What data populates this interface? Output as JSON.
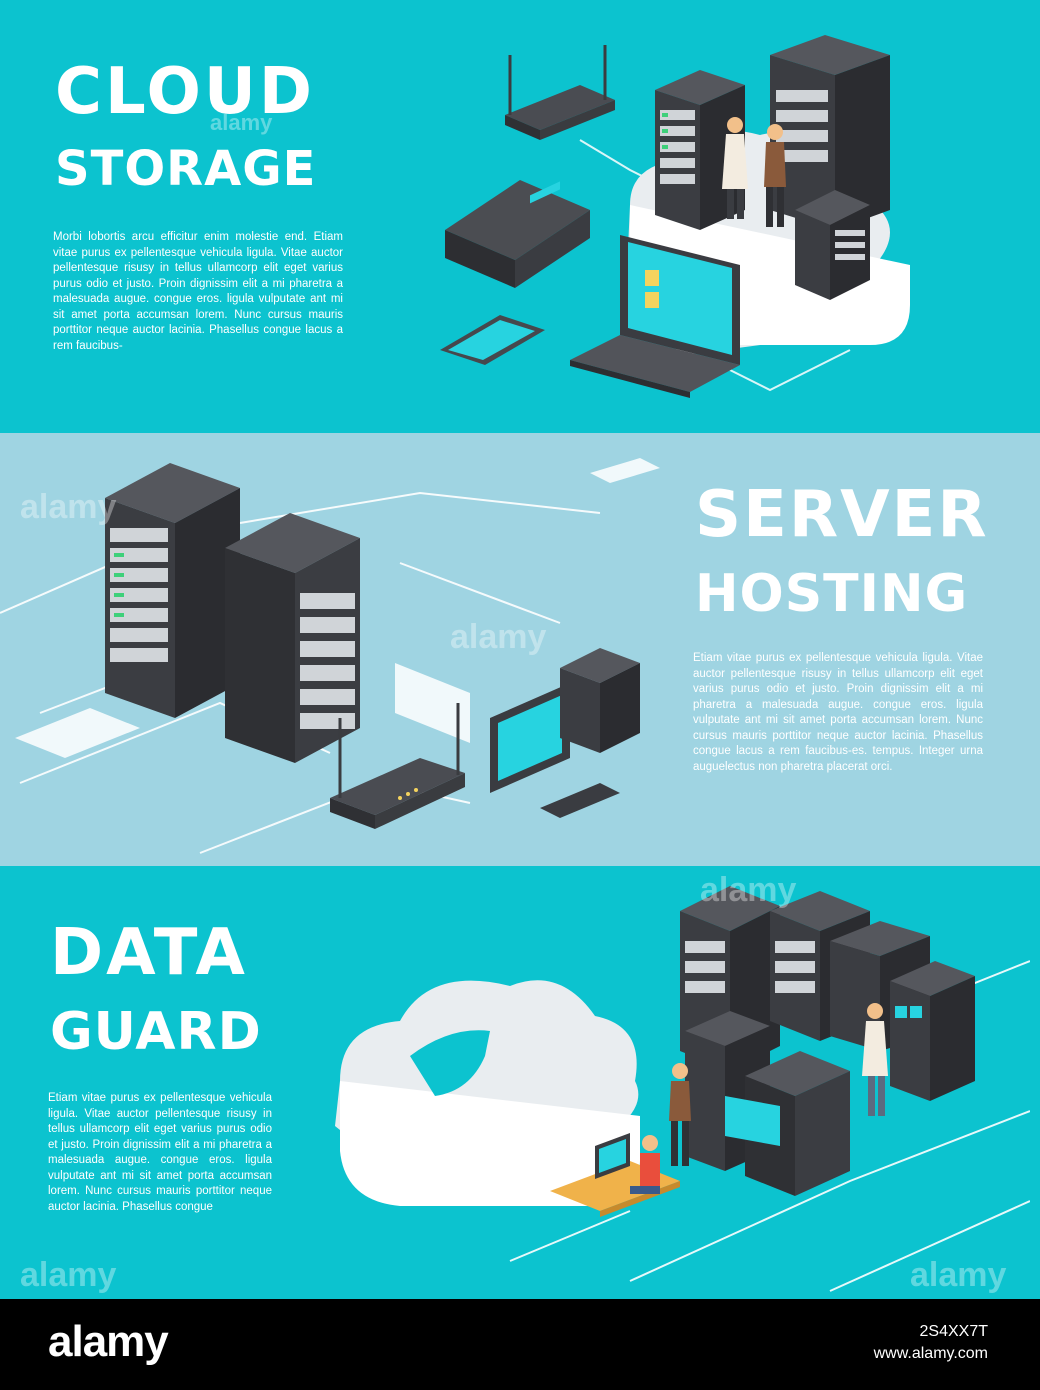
{
  "banners": [
    {
      "title_line1": "CLOUD",
      "title_line2": "STORAGE",
      "text": "Morbi lobortis arcu efficitur enim molestie end. Etiam vitae purus ex pellentesque vehicula ligula. Vitae auctor pellentesque risusy in tellus ullamcorp elit eget varius purus odio et justo. Proin dignissim elit a mi pharetra a malesuada augue. congue eros. ligula vulputate ant mi sit amet porta accumsan lorem. Nunc cursus mauris porttitor neque auctor lacinia. Phasellus congue lacus a rem faucibus-"
    },
    {
      "title_line1": "SERVER",
      "title_line2": "HOSTING",
      "text": "Etiam vitae purus ex pellentesque vehicula ligula. Vitae auctor pellentesque risusy in tellus ullamcorp elit eget varius purus odio et justo. Proin dignissim elit a mi pharetra a malesuada augue. congue eros. ligula vulputate ant mi sit amet porta accumsan lorem. Nunc cursus mauris porttitor neque auctor lacinia. Phasellus congue lacus a rem faucibus-es. tempus. Integer urna auguelectus non pharetra placerat orci."
    },
    {
      "title_line1": "DATA",
      "title_line2": "GUARD",
      "text": "Etiam vitae purus ex pellentesque vehicula ligula. Vitae auctor pellentesque risusy in tellus ullamcorp elit eget varius purus odio et justo. Proin dignissim elit a mi pharetra a malesuada augue. congue eros. ligula vulputate ant mi sit amet porta accumsan lorem. Nunc cursus mauris porttitor neque auctor lacinia. Phasellus congue"
    }
  ],
  "watermark": "alamy",
  "footer": {
    "logo": "alamy",
    "image_id": "2S4XX7T",
    "site": "www.alamy.com"
  },
  "colors": {
    "banner_teal": "#0cc3cf",
    "banner_light": "#9fd4e2",
    "server_dark": "#3b3d42",
    "screen_cyan": "#27d3e0"
  }
}
